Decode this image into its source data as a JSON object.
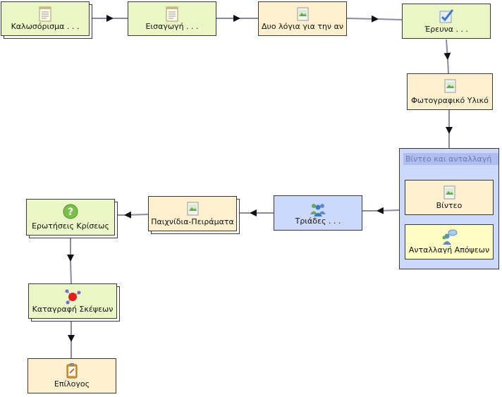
{
  "diagram": {
    "nodes": [
      {
        "id": "welcome",
        "label": "Καλωσόρισμα . . .",
        "icon": "notepad-icon",
        "color": "#eaf6c5"
      },
      {
        "id": "intro",
        "label": "Εισαγωγή . . .",
        "icon": "notepad-icon",
        "color": "#eaf6c5"
      },
      {
        "id": "fewwords",
        "label": "Δυο λόγια για την αν",
        "icon": "image-icon",
        "color": "#fdf0cf"
      },
      {
        "id": "research",
        "label": "Έρευνα . . .",
        "icon": "checklist-icon",
        "color": "#eaf6c5"
      },
      {
        "id": "photos",
        "label": "Φωτογραφικό Υλικό",
        "icon": "image-icon",
        "color": "#fdf0cf"
      },
      {
        "id": "video",
        "label": "Βίντεο",
        "icon": "image-icon",
        "color": "#fdf0cf"
      },
      {
        "id": "exchange",
        "label": "Ανταλλαγή Απόψεων",
        "icon": "chat-people-icon",
        "color": "#fffdc4"
      },
      {
        "id": "triads",
        "label": "Τριάδες . . .",
        "icon": "group-people-icon",
        "color": "#cdd9fb"
      },
      {
        "id": "games",
        "label": "Παιχνίδια-Πειράματα",
        "icon": "image-icon",
        "color": "#fdf0cf"
      },
      {
        "id": "questions",
        "label": "Ερωτήσεις Κρίσεως",
        "icon": "question-icon",
        "color": "#eaf6c5"
      },
      {
        "id": "thoughts",
        "label": "Καταγραφή Σκέψεων",
        "icon": "molecule-icon",
        "color": "#eaf6c5"
      },
      {
        "id": "epilogue",
        "label": "Επίλογος",
        "icon": "clipboard-icon",
        "color": "#fdf0cf"
      }
    ],
    "group": {
      "id": "video-group",
      "title": "Βίντεο και ανταλλαγή"
    },
    "edges": [
      [
        "welcome",
        "intro"
      ],
      [
        "intro",
        "fewwords"
      ],
      [
        "fewwords",
        "research"
      ],
      [
        "research",
        "photos"
      ],
      [
        "photos",
        "video-group"
      ],
      [
        "video-group",
        "triads"
      ],
      [
        "triads",
        "games"
      ],
      [
        "games",
        "questions"
      ],
      [
        "questions",
        "thoughts"
      ],
      [
        "thoughts",
        "epilogue"
      ]
    ]
  }
}
